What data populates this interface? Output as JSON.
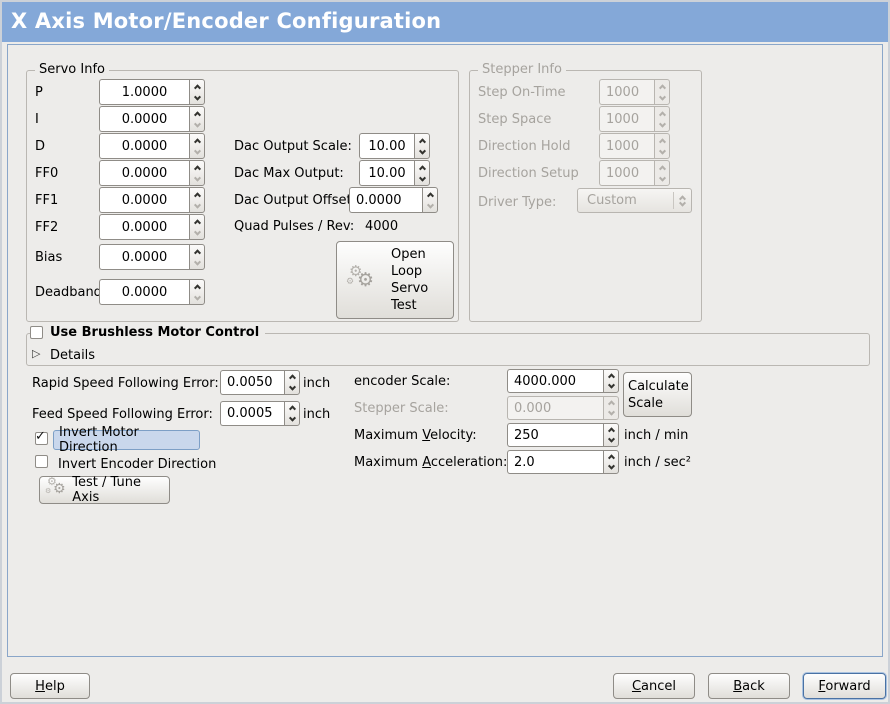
{
  "window": {
    "title": "X Axis Motor/Encoder Configuration"
  },
  "servo_info": {
    "legend": "Servo Info",
    "fields": [
      {
        "label": "P",
        "value": "1.0000"
      },
      {
        "label": "I",
        "value": "0.0000"
      },
      {
        "label": "D",
        "value": "0.0000"
      },
      {
        "label": "FF0",
        "value": "0.0000"
      },
      {
        "label": "FF1",
        "value": "0.0000"
      },
      {
        "label": "FF2",
        "value": "0.0000"
      },
      {
        "label": "Bias",
        "value": "0.0000"
      },
      {
        "label": "Deadband",
        "value": "0.0000"
      }
    ],
    "dac_output_scale": {
      "label": "Dac Output Scale:",
      "value": "10.00"
    },
    "dac_max_output": {
      "label": "Dac Max Output:",
      "value": "10.00"
    },
    "dac_output_offset": {
      "label": "Dac Output Offset:",
      "value": "0.0000"
    },
    "quad_pulses": {
      "label": "Quad Pulses / Rev:",
      "value": "4000"
    },
    "open_loop_test_button": "Open Loop Servo Test"
  },
  "stepper_info": {
    "legend": "Stepper Info",
    "fields": [
      {
        "label": "Step On-Time",
        "value": "1000"
      },
      {
        "label": "Step Space",
        "value": "1000"
      },
      {
        "label": "Direction Hold",
        "value": "1000"
      },
      {
        "label": "Direction Setup",
        "value": "1000"
      }
    ],
    "driver_type": {
      "label": "Driver Type:",
      "value": "Custom"
    }
  },
  "brushless": {
    "checkbox_label": "Use Brushless Motor Control",
    "details_label": "Details"
  },
  "following_error": {
    "rapid": {
      "label": "Rapid Speed Following Error:",
      "value": "0.0050",
      "unit": "inch"
    },
    "feed": {
      "label": "Feed Speed Following Error:",
      "value": "0.0005",
      "unit": "inch"
    }
  },
  "scaling": {
    "encoder_scale": {
      "label": "encoder Scale:",
      "value": "4000.000"
    },
    "stepper_scale": {
      "label": "Stepper Scale:",
      "value": "0.000"
    },
    "calculate_button": "Calculate Scale",
    "max_velocity": {
      "label_pre": "Maximum ",
      "label_key": "V",
      "label_post": "elocity:",
      "value": "250",
      "unit": "inch / min"
    },
    "max_acceleration": {
      "label_pre": "Maximum ",
      "label_key": "A",
      "label_post": "cceleration:",
      "value": "2.0",
      "unit": "inch / sec²"
    }
  },
  "direction": {
    "invert_motor_label": "Invert Motor Direction",
    "invert_motor_checkmark": "✓",
    "invert_encoder_label": "Invert Encoder Direction",
    "test_tune_button": "Test / Tune Axis"
  },
  "actions": {
    "help": {
      "key": "H",
      "rest": "elp"
    },
    "cancel": {
      "key": "C",
      "rest": "ancel"
    },
    "back": {
      "key": "B",
      "rest": "ack"
    },
    "forward": {
      "key": "F",
      "rest": "orward"
    }
  },
  "icons": {
    "gear_glyph": "⚙",
    "expander_glyph": "▷"
  },
  "colors": {
    "titlebar": "#84a8d8",
    "content_border": "#8aa6c9",
    "focus_highlight_bg": "#c9d7ec",
    "disabled_text": "#a6a39e"
  }
}
